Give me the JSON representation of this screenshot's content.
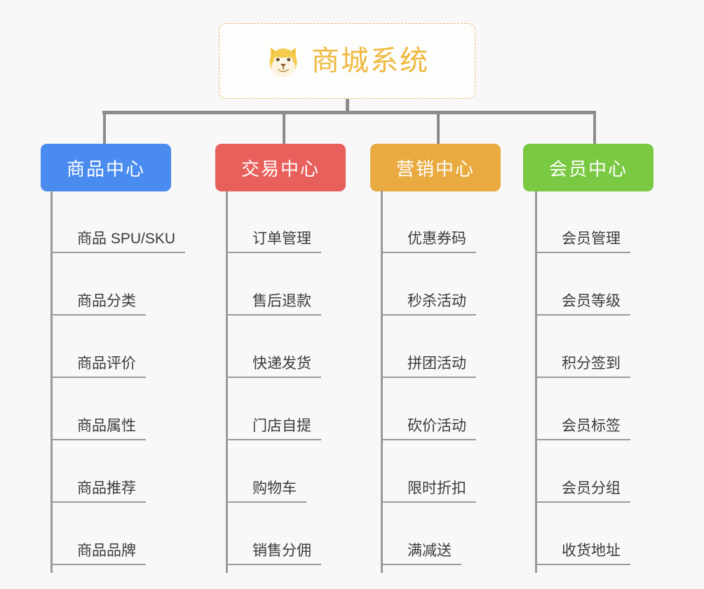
{
  "canvas": {
    "background": "#f8f8f8",
    "connector_color": "#8c8c8c",
    "leaf_line_color": "#9a9a9a",
    "leaf_text_color": "#3b3b3b"
  },
  "root": {
    "title": "商城系统",
    "icon": "dog-face-emoji",
    "title_color": "#efb93f",
    "border_color": "#e8b968",
    "background": "#fdfdfc"
  },
  "branches": [
    {
      "id": "product-center",
      "label": "商品中心",
      "color": "#4a8bef",
      "items": [
        "商品 SPU/SKU",
        "商品分类",
        "商品评价",
        "商品属性",
        "商品推荐",
        "商品品牌"
      ]
    },
    {
      "id": "trade-center",
      "label": "交易中心",
      "color": "#e8605c",
      "items": [
        "订单管理",
        "售后退款",
        "快递发货",
        "门店自提",
        "购物车",
        "销售分佣"
      ]
    },
    {
      "id": "marketing-center",
      "label": "营销中心",
      "color": "#e9aa3f",
      "items": [
        "优惠券码",
        "秒杀活动",
        "拼团活动",
        "砍价活动",
        "限时折扣",
        "满减送"
      ]
    },
    {
      "id": "member-center",
      "label": "会员中心",
      "color": "#7ac943",
      "items": [
        "会员管理",
        "会员等级",
        "积分签到",
        "会员标签",
        "会员分组",
        "收货地址"
      ]
    }
  ]
}
